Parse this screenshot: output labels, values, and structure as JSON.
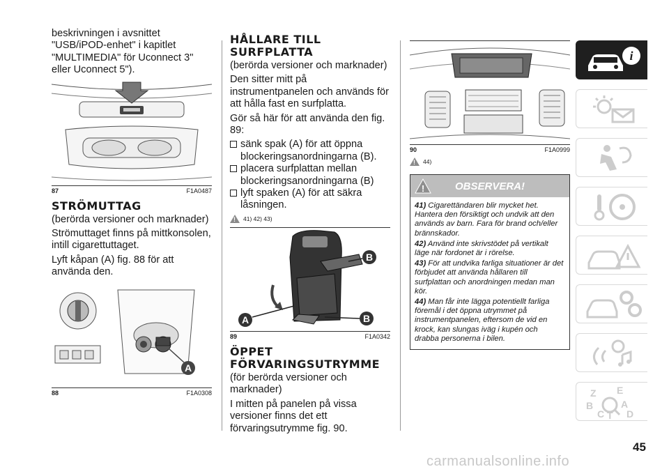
{
  "col1": {
    "intro": "beskrivningen i avsnittet \"USB/iPOD-enhet\" i kapitlet \"MULTIMEDIA\" för Uconnect 3\" eller Uconnect 5\").",
    "fig87": {
      "number": "87",
      "code": "F1A0487"
    },
    "heading": "STRÖMUTTAG",
    "subtitle": "(berörda versioner och marknader)",
    "para1": "Strömuttaget finns på mittkonsolen, intill cigarettuttaget.",
    "para2": "Lyft kåpan (A) fig. 88 för att använda den.",
    "fig88": {
      "number": "88",
      "code": "F1A0308",
      "label_a": "A"
    }
  },
  "col2": {
    "heading": "HÅLLARE TILL SURFPLATTA",
    "subtitle": "(berörda versioner och marknader)",
    "para1": "Den sitter mitt på instrumentpanelen och används för att hålla fast en surfplatta.",
    "para2": "Gör så här för att använda den fig. 89:",
    "bullets": [
      "sänk spak (A) för att öppna blockeringsanordningarna (B).",
      "placera surfplattan mellan blockeringsanordningarna (B)",
      "lyft spaken (A) för att säkra låsningen."
    ],
    "refs": "41)  42)  43)",
    "fig89": {
      "number": "89",
      "code": "F1A0342",
      "label_a": "A",
      "label_b": "B"
    },
    "heading2": "ÖPPET FÖRVARINGSUTRYMME",
    "subtitle2": "(för berörda versioner och marknader)",
    "para3": "I mitten på panelen på vissa versioner finns det ett förvaringsutrymme fig. 90."
  },
  "col3": {
    "fig90": {
      "number": "90",
      "code": "F1A0999"
    },
    "refs": "44)",
    "obs_title": "OBSERVERA!",
    "notes": [
      {
        "num": "41)",
        "text": "Cigarettändaren blir mycket het. Hantera den försiktigt och undvik att den används av barn. Fara för brand och/eller brännskador."
      },
      {
        "num": "42)",
        "text": "Använd inte skrivstödet på vertikalt läge när fordonet är i rörelse."
      },
      {
        "num": "43)",
        "text": "För att undvika farliga situationer är det förbjudet att använda hållaren till surfplattan och anordningen medan man kör."
      },
      {
        "num": "44)",
        "text": "Man får inte lägga potentiellt farliga föremål i det öppna utrymmet på instrumentpanelen, eftersom de vid en krock, kan slungas iväg i kupén och drabba personerna i bilen."
      }
    ]
  },
  "sidebar": {
    "tabs": [
      {
        "icon": "car-info-icon",
        "active": true
      },
      {
        "icon": "warning-lights-icon",
        "active": false
      },
      {
        "icon": "airbag-seat-icon",
        "active": false
      },
      {
        "icon": "steering-key-icon",
        "active": false
      },
      {
        "icon": "car-emergency-icon",
        "active": false
      },
      {
        "icon": "car-service-gears-icon",
        "active": false
      },
      {
        "icon": "multimedia-icon",
        "active": false
      },
      {
        "icon": "index-letters-icon",
        "active": false
      }
    ],
    "index_letters": [
      "Z",
      "E",
      "B",
      "A",
      "D",
      "C",
      "T"
    ]
  },
  "page_number": "45",
  "watermark": "carmanualsonline.info"
}
